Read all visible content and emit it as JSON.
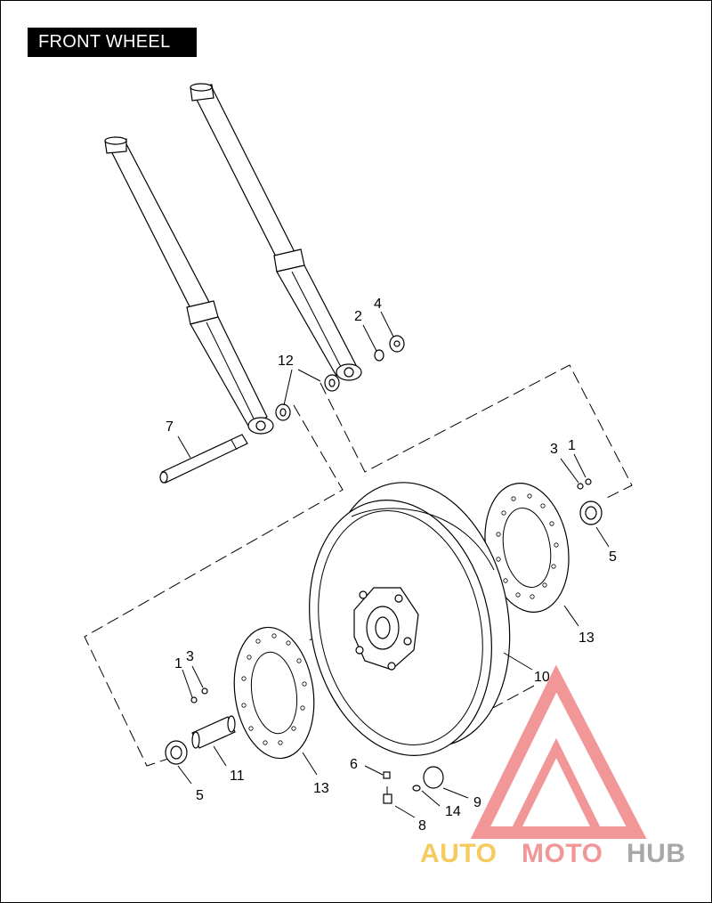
{
  "title": "FRONT WHEEL",
  "callouts": {
    "c1a": "1",
    "c1b": "1",
    "c2": "2",
    "c3a": "3",
    "c3b": "3",
    "c4": "4",
    "c5a": "5",
    "c5b": "5",
    "c6": "6",
    "c7": "7",
    "c8": "8",
    "c9": "9",
    "c10": "10",
    "c11": "11",
    "c12": "12",
    "c13a": "13",
    "c13b": "13",
    "c14": "14"
  },
  "watermark": {
    "auto": "AUTO",
    "moto": "MOTO",
    "hub": "HUB",
    "colors": {
      "auto": "#f5c242",
      "moto": "#f08585",
      "hub": "#9a9a9a",
      "triangle": "#f08585"
    }
  }
}
